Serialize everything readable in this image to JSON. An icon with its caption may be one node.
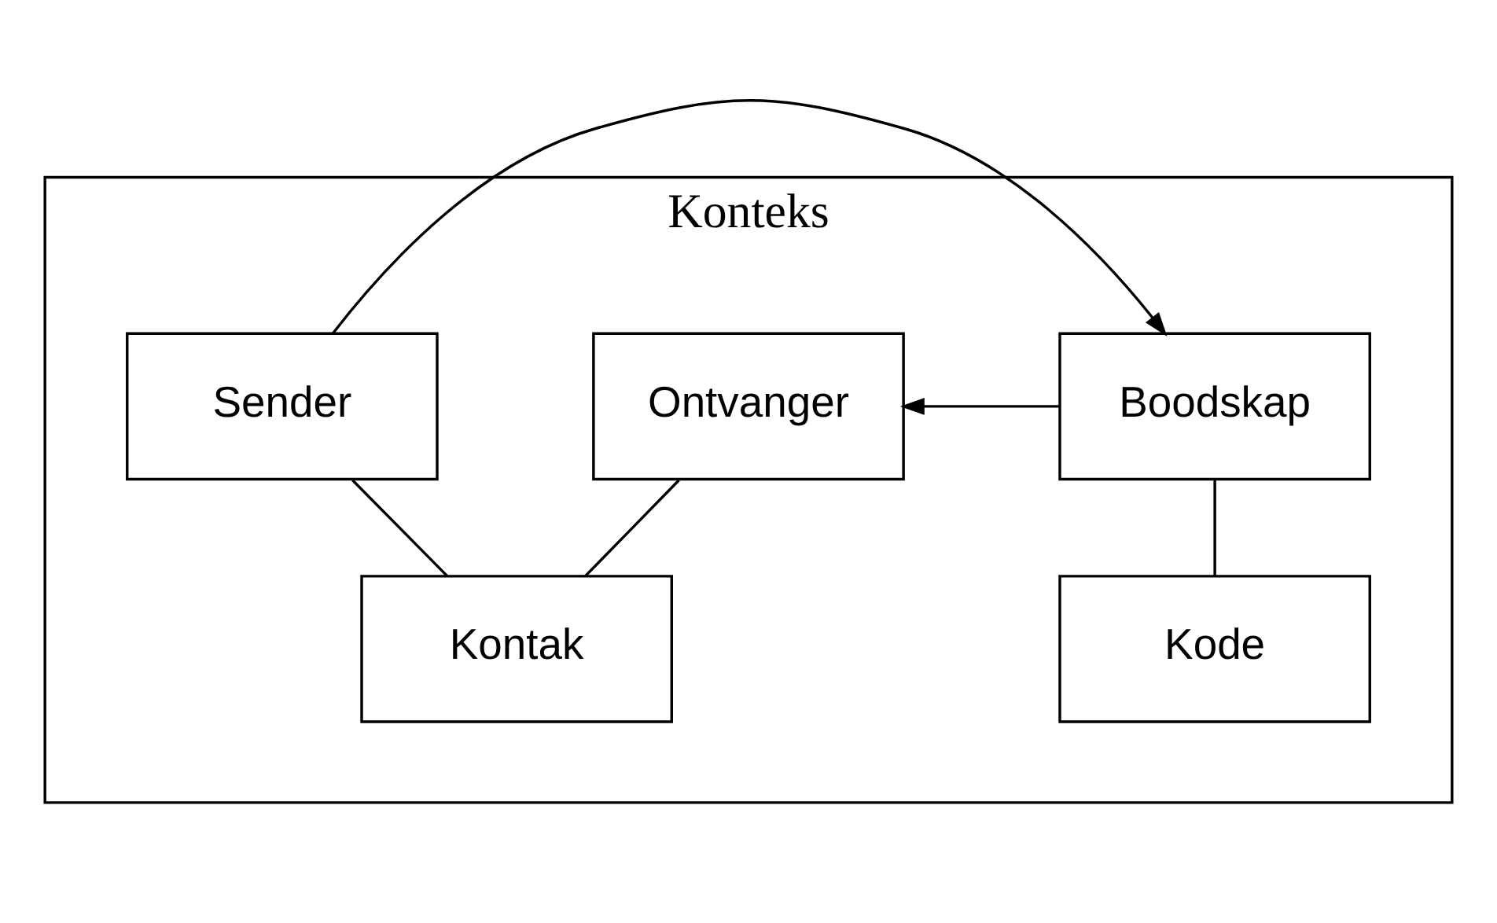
{
  "diagram": {
    "nodes": [
      {
        "text": [
          "Konteks"
        ]
      },
      {
        "text": [
          "Sender"
        ],
        "in": 0
      },
      {
        "text": [
          "Boodskap"
        ],
        "in": 0
      },
      {
        "text": [
          "Ontvanger"
        ],
        "in": 0
      },
      {
        "text": [
          "Kode"
        ],
        "in": 0
      },
      {
        "text": [
          "Kontak"
        ],
        "in": 0
      }
    ],
    "edges": [
      {
        "from": 1,
        "to": 2,
        "arrow": "to"
      },
      {
        "from": 2,
        "to": 3,
        "arrow": "to"
      },
      {
        "from": 2,
        "to": 4,
        "arrow": "none"
      },
      {
        "from": 1,
        "to": 5,
        "arrow": "none"
      },
      {
        "from": 5,
        "to": 3,
        "arrow": "none"
      }
    ]
  }
}
